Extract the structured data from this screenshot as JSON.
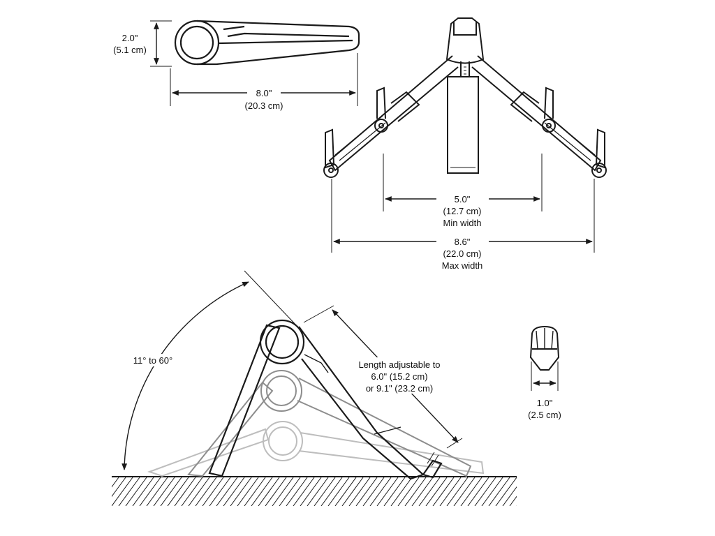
{
  "dimensions": {
    "height": {
      "imperial": "2.0\"",
      "metric": "(5.1 cm)"
    },
    "length": {
      "imperial": "8.0\"",
      "metric": "(20.3 cm)"
    },
    "min_width": {
      "imperial": "5.0\"",
      "metric": "(12.7 cm)",
      "caption": "Min width"
    },
    "max_width": {
      "imperial": "8.6\"",
      "metric": "(22.0 cm)",
      "caption": "Max width"
    },
    "angle": {
      "text": "11° to 60°"
    },
    "leg_length": {
      "line1": "Length adjustable to",
      "line2": "6.0\" (15.2 cm)",
      "line3": "or 9.1\" (23.2 cm)"
    },
    "foot_width": {
      "imperial": "1.0\"",
      "metric": "(2.5 cm)"
    }
  },
  "colors": {
    "ink": "#1a1a1a",
    "ghost1": "#8d8d8d",
    "ghost2": "#bdbdbd"
  }
}
